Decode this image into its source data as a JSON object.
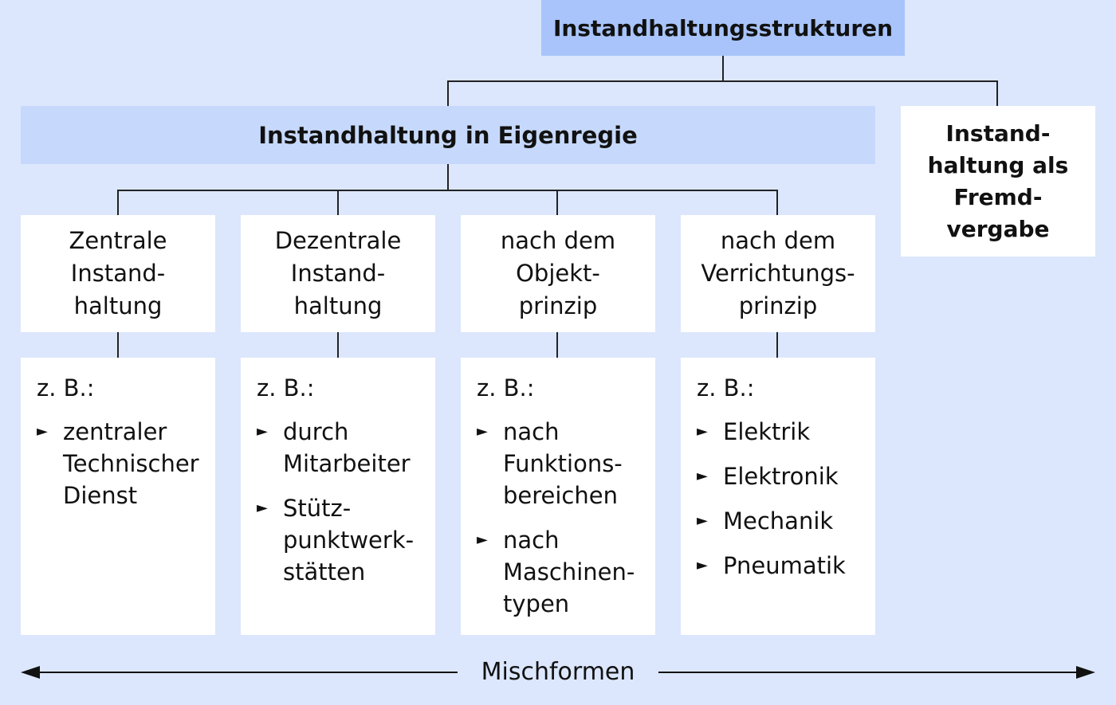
{
  "root": {
    "title": "Instandhaltungsstrukturen"
  },
  "eigenregie": {
    "title": "Instandhaltung in Eigenregie"
  },
  "fremdvergabe": {
    "lines": [
      "Instand-",
      "haltung als",
      "Fremd-",
      "vergabe"
    ]
  },
  "categories": [
    {
      "lines": [
        "Zentrale",
        "Instand-",
        "haltung"
      ]
    },
    {
      "lines": [
        "Dezentrale",
        "Instand-",
        "haltung"
      ]
    },
    {
      "lines": [
        "nach dem",
        "Objekt-",
        "prinzip"
      ]
    },
    {
      "lines": [
        "nach dem",
        "Verrichtungs-",
        "prinzip"
      ]
    }
  ],
  "examples": [
    {
      "label": "z. B.:",
      "bullet": "►",
      "items": [
        "zentraler Technischer Dienst"
      ]
    },
    {
      "label": "z. B.:",
      "bullet": "►",
      "items": [
        "durch Mitarbeiter",
        "Stütz- punktwerk- stätten"
      ]
    },
    {
      "label": "z. B.:",
      "bullet": "►",
      "items": [
        "nach Funktions- bereichen",
        "nach Maschinen- typen"
      ]
    },
    {
      "label": "z. B.:",
      "bullet": "►",
      "items": [
        "Elektrik",
        "Elektronik",
        "Mechanik",
        "Pneumatik"
      ]
    }
  ],
  "footer": {
    "label": "Mischformen"
  }
}
